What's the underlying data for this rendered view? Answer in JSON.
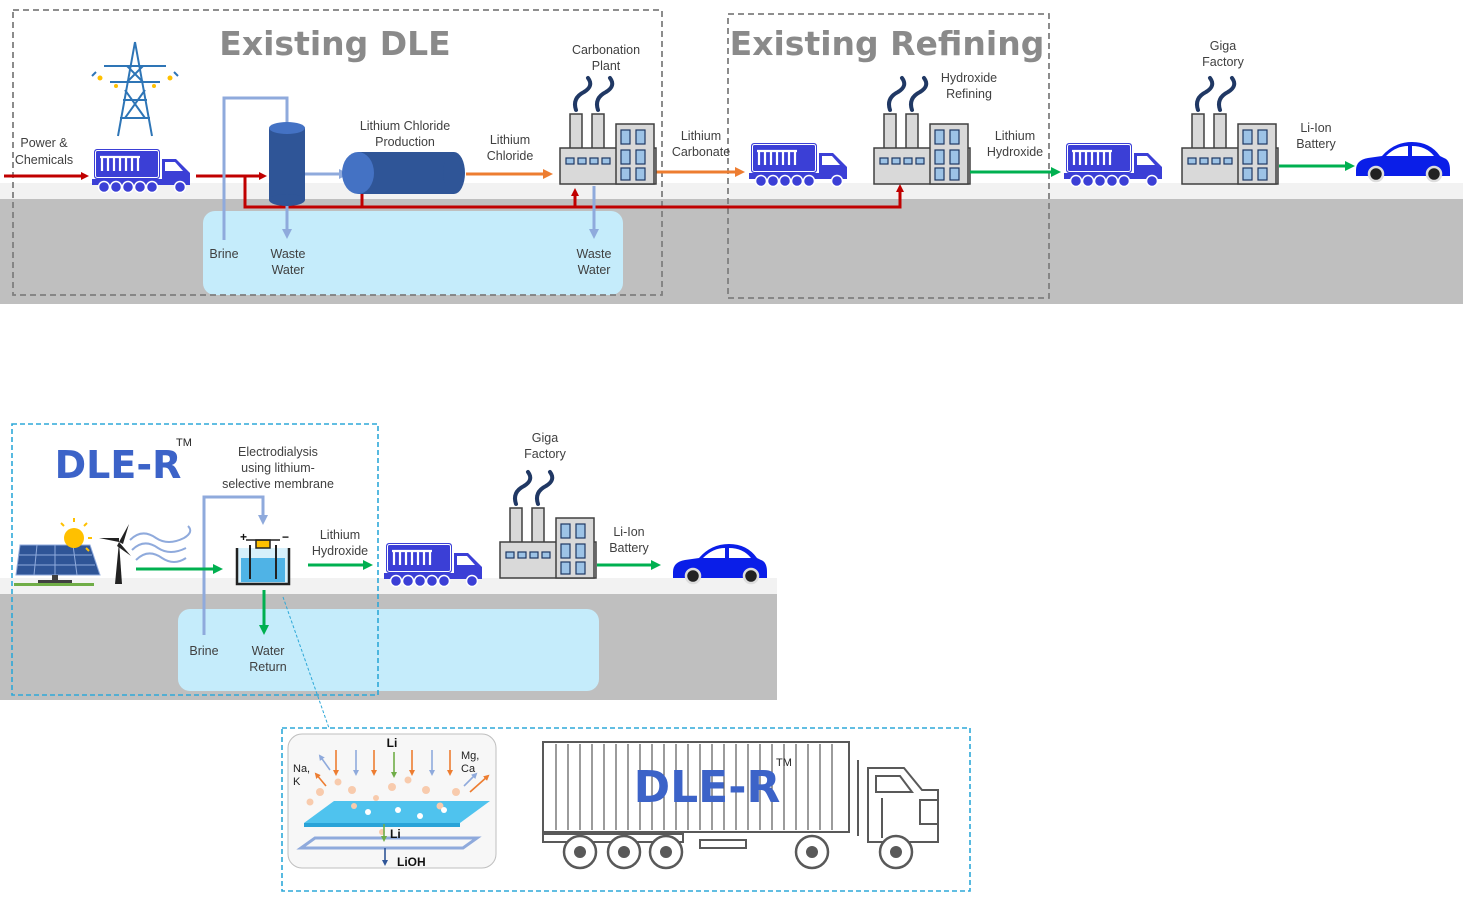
{
  "top": {
    "section_existing_dle": "Existing DLE",
    "section_existing_refining": "Existing Refining",
    "power_chemicals": [
      "Power &",
      "Chemicals"
    ],
    "lithium_chloride_production": [
      "Lithium Chloride",
      "Production"
    ],
    "lithium_chloride": [
      "Lithium",
      "Chloride"
    ],
    "carbonation_plant": [
      "Carbonation",
      "Plant"
    ],
    "lithium_carbonate": [
      "Lithium",
      "Carbonate"
    ],
    "hydroxide_refining": [
      "Hydroxide",
      "Refining"
    ],
    "lithium_hydroxide": [
      "Lithium",
      "Hydroxide"
    ],
    "giga_factory": [
      "Giga",
      "Factory"
    ],
    "li_ion_battery": [
      "Li-Ion",
      "Battery"
    ],
    "brine": "Brine",
    "waste_water_left": [
      "Waste",
      "Water"
    ],
    "waste_water_right": [
      "Waste",
      "Water"
    ]
  },
  "bottom": {
    "brand": "DLE-R",
    "trademark": "TM",
    "electrodialysis": [
      "Electrodialysis",
      "using lithium-",
      "selective membrane"
    ],
    "lithium_hydroxide": [
      "Lithium",
      "Hydroxide"
    ],
    "giga_factory": [
      "Giga",
      "Factory"
    ],
    "li_ion_battery": [
      "Li-Ion",
      "Battery"
    ],
    "brine": "Brine",
    "water_return": [
      "Water",
      "Return"
    ]
  },
  "inset": {
    "li_top": "Li",
    "na_k": [
      "Na,",
      "K"
    ],
    "mg_ca": [
      "Mg,",
      "Ca"
    ],
    "li_mid": "Li",
    "lioh": "LiOH",
    "truck_brand": "DLE-R",
    "truck_trademark": "TM"
  },
  "colors": {
    "power_arrow": "#c00000",
    "chloride_arrow": "#ed7d31",
    "hydroxide_arrow": "#00b050",
    "brine_pipe": "#8faadc",
    "truck_blue": "#3b3fd6",
    "car_blue": "#0a1ee8",
    "tank_blue": "#2f5597",
    "ground_gray": "#bfbfbf",
    "water_blue": "#c5ecfb",
    "brand_blue": "#3c63c8",
    "section_gray": "#8a8a8a",
    "dashed_cyan": "#2ea8d8"
  },
  "icons": [
    "power-tower-icon",
    "truck-icon",
    "tank-icon",
    "factory-icon",
    "car-icon",
    "solar-panel-icon",
    "sun-icon",
    "wind-turbine-icon",
    "wave-icon",
    "electrodialysis-cell-icon",
    "membrane-icon",
    "semi-truck-icon"
  ]
}
